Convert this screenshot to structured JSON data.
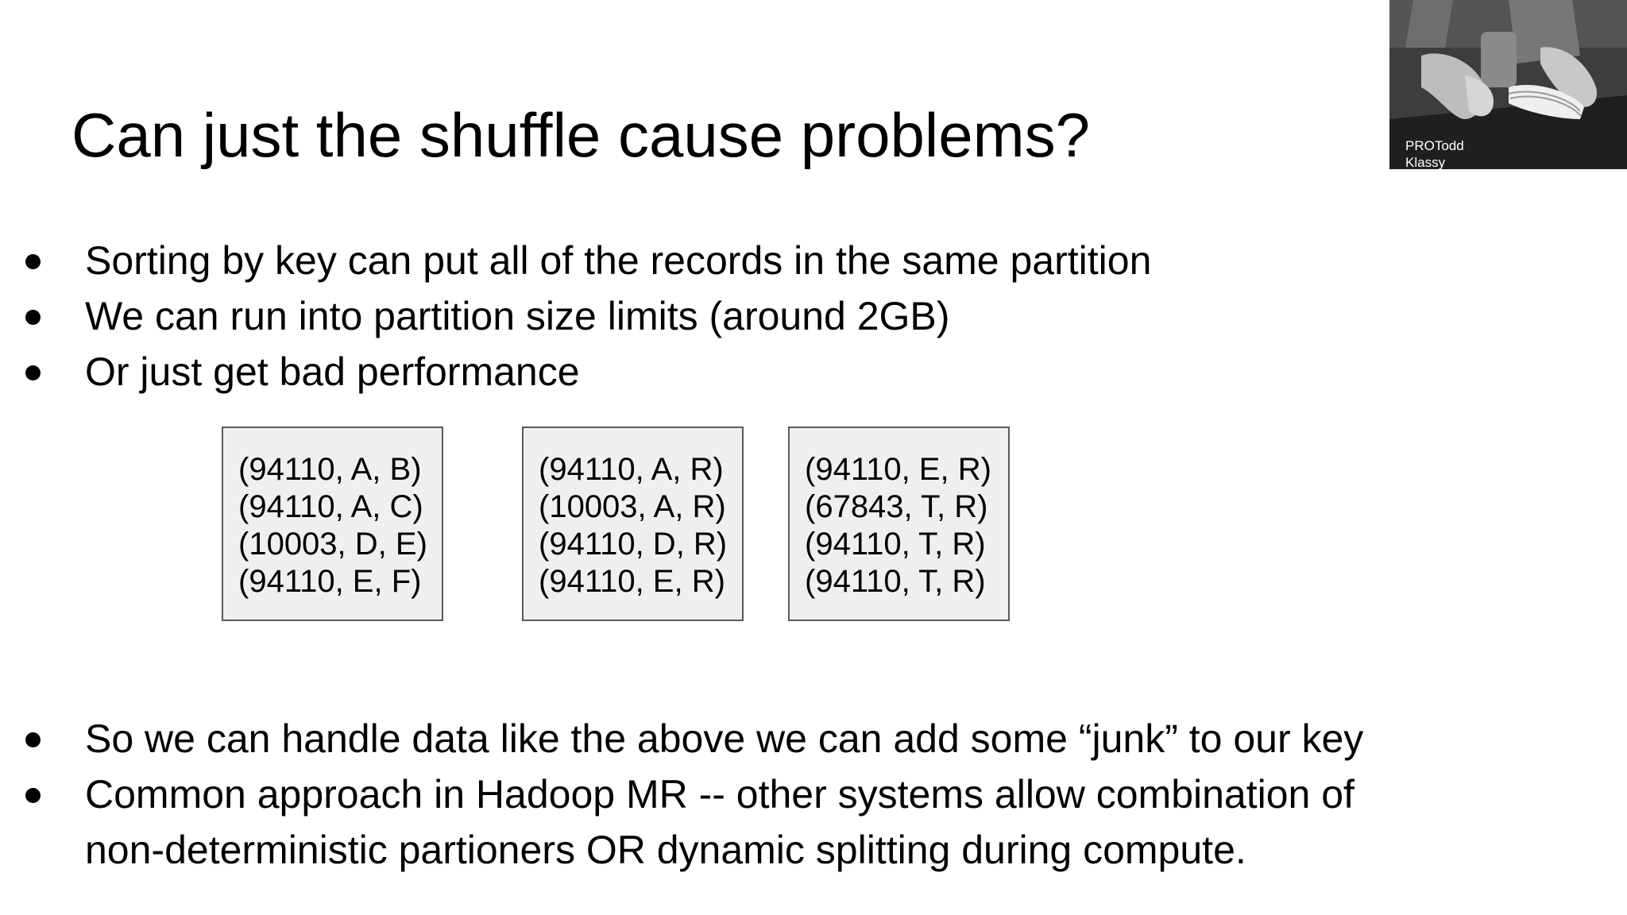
{
  "slide": {
    "title": "Can just the shuffle cause problems?",
    "bullets_top": [
      "Sorting by key can put all of the records in the same partition",
      "We can run into partition size limits (around 2GB)",
      "Or just get bad performance"
    ],
    "partitions": [
      [
        "(94110, A, B)",
        "(94110, A, C)",
        "(10003, D, E)",
        "(94110, E, F)"
      ],
      [
        "(94110, A, R)",
        "(10003, A, R)",
        "(94110, D, R)",
        "(94110, E, R)"
      ],
      [
        "(94110, E, R)",
        "(67843, T, R)",
        "(94110, T, R)",
        "(94110, T, R)"
      ]
    ],
    "bullets_bottom": [
      "So we can handle data like the above we can add some “junk” to our key",
      "Common approach in Hadoop MR -- other systems allow combination of non-deterministic partioners OR dynamic splitting during compute."
    ]
  },
  "webcam": {
    "name_line1": "PROTodd",
    "name_line2": "Klassy"
  }
}
